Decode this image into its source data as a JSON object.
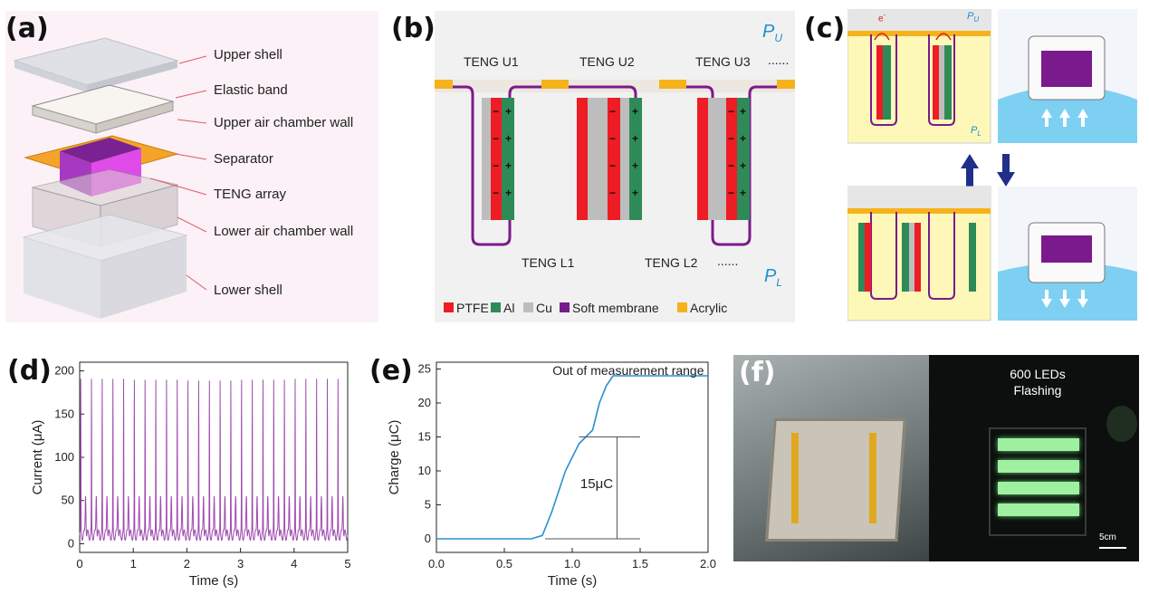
{
  "panels": {
    "a": {
      "letter": "(a)",
      "labels": [
        "Upper shell",
        "Elastic band",
        "Upper air chamber wall",
        "Separator",
        "TENG array",
        "Lower air chamber wall",
        "Lower shell"
      ]
    },
    "b": {
      "letter": "(b)",
      "p_upper": "P",
      "p_upper_sub": "U",
      "p_lower": "P",
      "p_lower_sub": "L",
      "upper_tengs": [
        "TENG U1",
        "TENG U2",
        "TENG U3"
      ],
      "upper_more": "......",
      "lower_tengs": [
        "TENG L1",
        "TENG L2"
      ],
      "lower_more": "......",
      "legend": [
        {
          "label": "PTFE",
          "color": "#ee1c24"
        },
        {
          "label": "Al",
          "color": "#2e8b57"
        },
        {
          "label": "Cu",
          "color": "#bdbdbd"
        },
        {
          "label": "Soft membrane",
          "color": "#7b1a8c"
        },
        {
          "label": "Acrylic",
          "color": "#f6b21b"
        }
      ]
    },
    "c": {
      "letter": "(c)",
      "p_upper": "P",
      "p_upper_sub": "U",
      "p_lower": "P",
      "p_lower_sub": "L",
      "electron": "e",
      "electron_sup": "-"
    },
    "f": {
      "letter": "(f)",
      "caption_line1": "600 LEDs",
      "caption_line2": "Flashing",
      "scale": "5cm"
    }
  },
  "chart_data": [
    {
      "panel": "(d)",
      "type": "line",
      "xlabel": "Time (s)",
      "ylabel": "Current (μA)",
      "xlim": [
        0,
        5
      ],
      "ylim": [
        -10,
        210
      ],
      "xticks": [
        0,
        1,
        2,
        3,
        4,
        5
      ],
      "yticks": [
        0,
        50,
        100,
        150,
        200
      ],
      "color": "#a04ab0",
      "period_s": 0.2,
      "peak_values": [
        185,
        184,
        183,
        184,
        185
      ],
      "baseline_range": [
        10,
        60
      ]
    },
    {
      "panel": "(e)",
      "type": "line",
      "xlabel": "Time (s)",
      "ylabel": "Charge (μC)",
      "xlim": [
        0,
        2.0
      ],
      "ylim": [
        -2,
        26
      ],
      "xticks": [
        0.0,
        0.5,
        1.0,
        1.5,
        2.0
      ],
      "yticks": [
        0,
        5,
        10,
        15,
        20,
        25
      ],
      "color": "#2b8fcf",
      "x": [
        0,
        0.7,
        0.78,
        0.85,
        0.9,
        0.95,
        1.0,
        1.05,
        1.1,
        1.15,
        1.2,
        1.25,
        1.3,
        1.4,
        1.6,
        1.8,
        2.0
      ],
      "y": [
        0,
        0,
        0.5,
        4,
        7,
        10,
        12,
        14,
        15,
        16,
        20,
        22.5,
        24,
        24,
        24,
        24,
        24
      ],
      "annotation_top": "Out of measurement range",
      "annotation_delta": "15μC"
    }
  ]
}
